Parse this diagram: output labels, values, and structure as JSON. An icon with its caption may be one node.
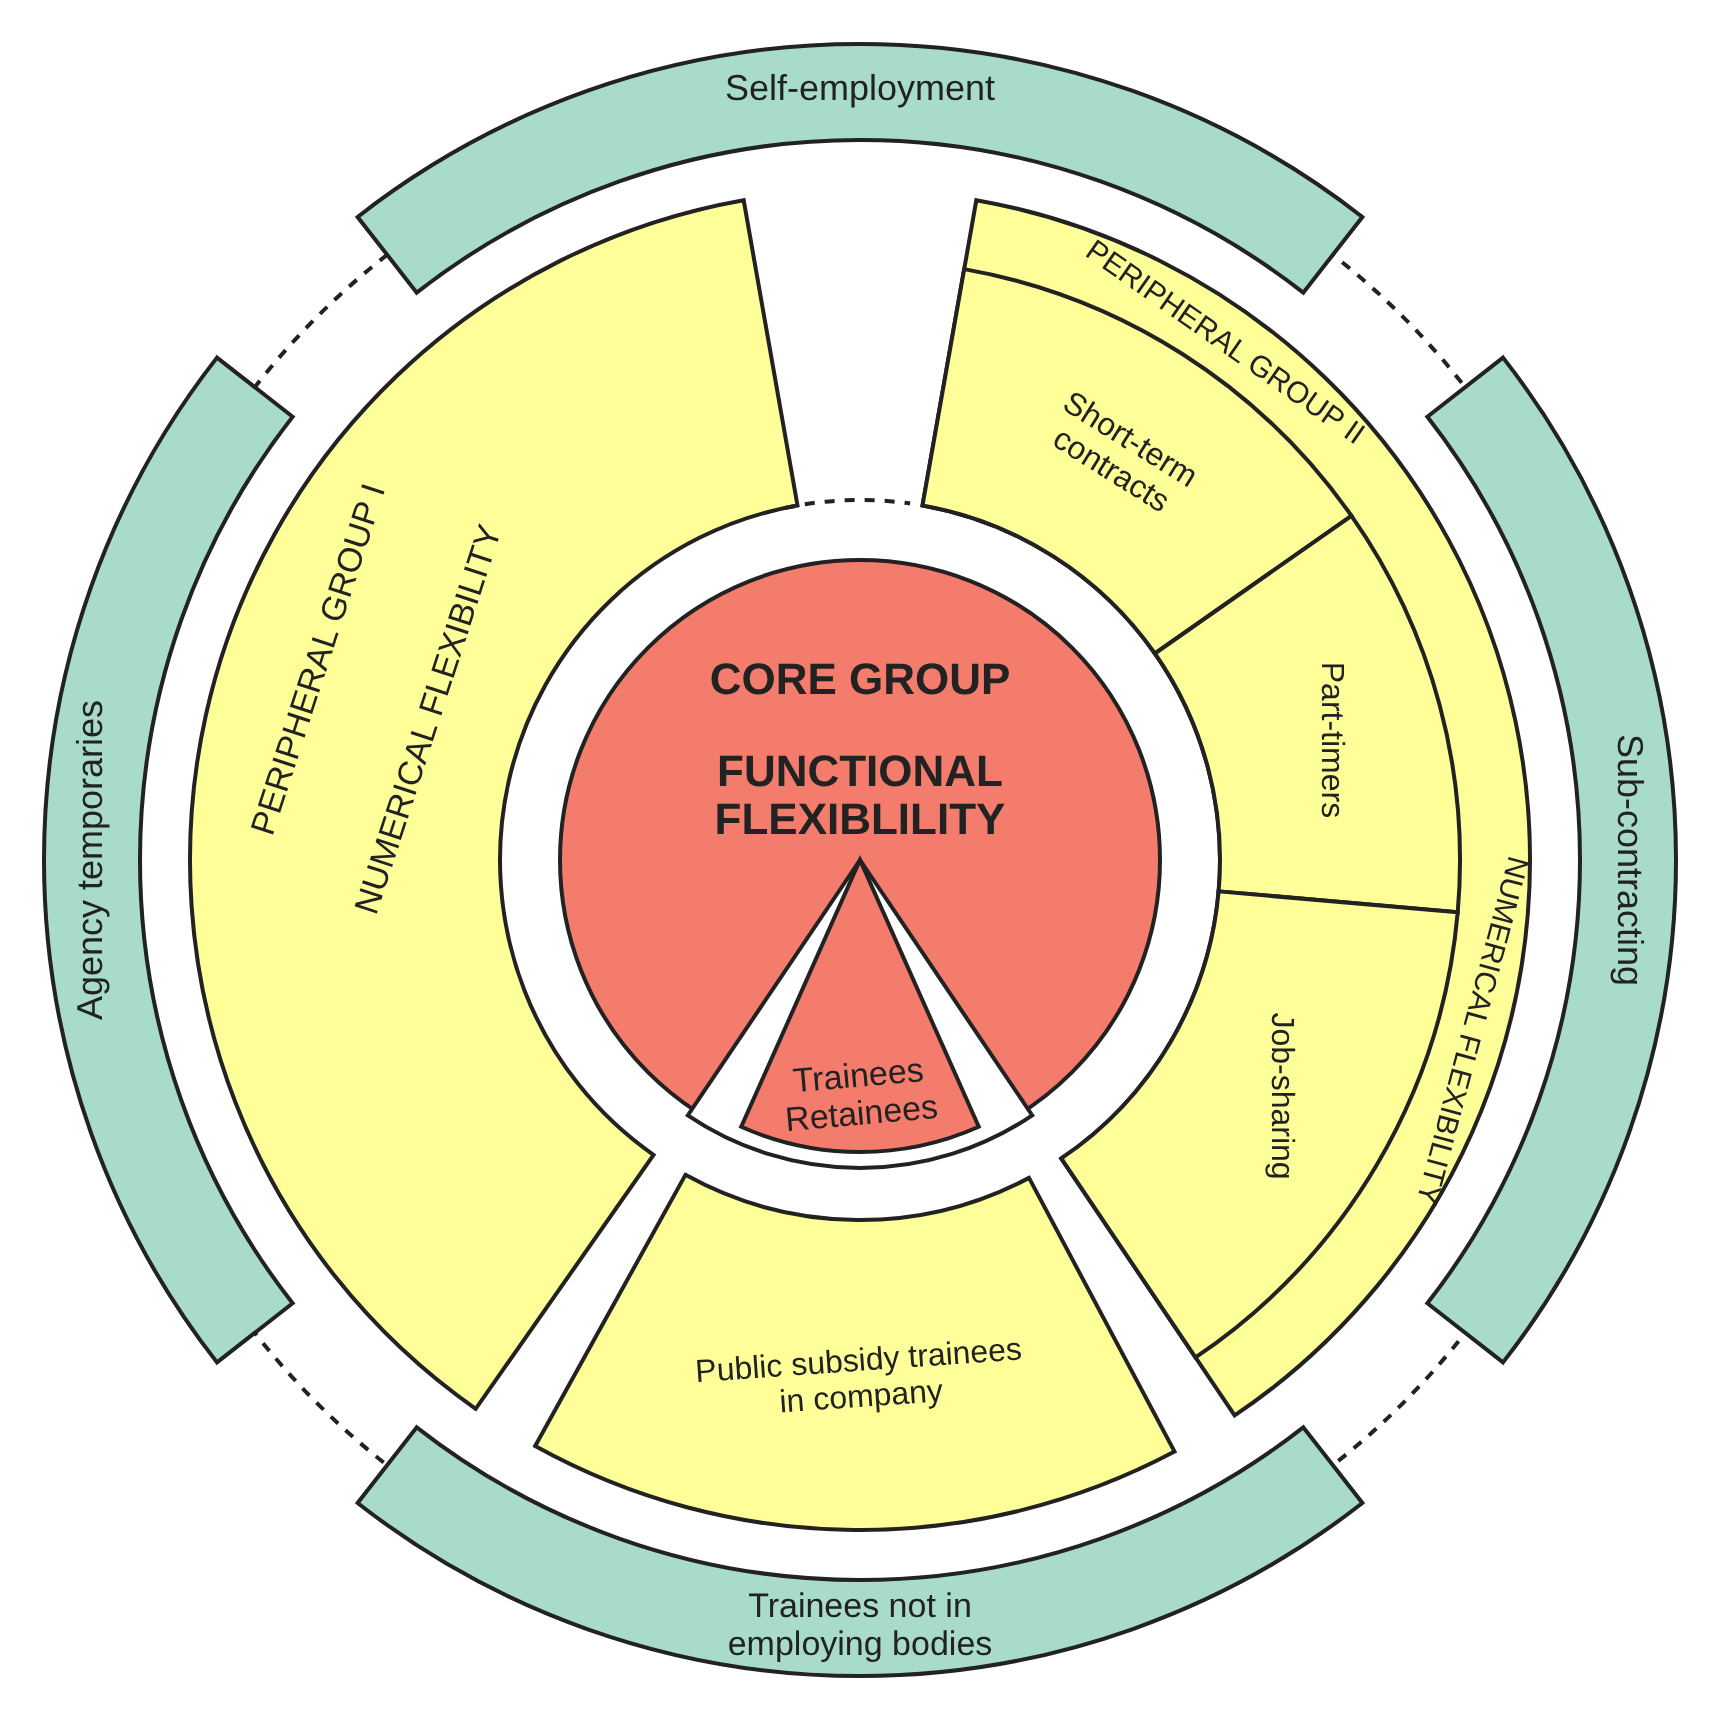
{
  "diagram": {
    "nodes": [
      {
        "text": [
          "Self-employment"
        ]
      },
      {
        "text": [
          "PERIPHERAL GROUP I",
          "NUMERICAL FLEXIBILITY"
        ]
      },
      {
        "text": [
          "PERIPHERAL GROUP II",
          "NUMERICAL FLEXIBILITY"
        ]
      },
      {
        "text": [
          "Short-term contracts"
        ],
        "in": 2
      },
      {
        "text": [
          "Part-timers"
        ],
        "in": 2
      },
      {
        "text": [
          "Job-sharing"
        ],
        "in": 2
      },
      {
        "text": [
          "Agency temporaries"
        ]
      },
      {
        "text": [
          "CORE GROUP",
          "FUNCTIONAL FLEXIBLILITY"
        ]
      },
      {
        "text": [
          "Sub-contracting"
        ]
      },
      {
        "text": [
          "Trainees Retainees"
        ],
        "in": 7
      },
      {
        "text": [
          "Public subsidy trainees in company"
        ]
      },
      {
        "text": [
          "Trainees not in employing bodies"
        ]
      }
    ],
    "edges": []
  }
}
